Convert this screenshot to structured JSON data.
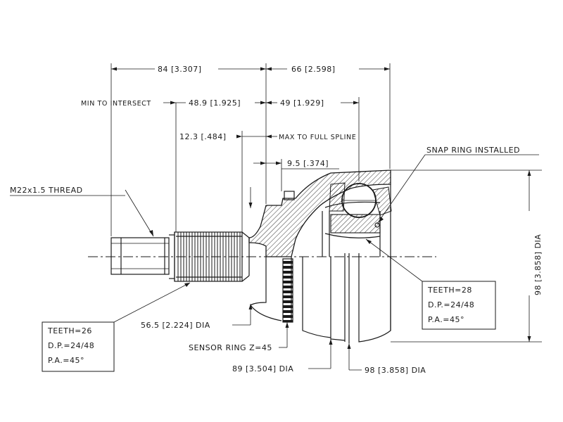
{
  "dimensions": {
    "overall_left": "84 [3.307]",
    "overall_right": "66 [2.598]",
    "min_to_intersect_label": "MIN TO INTERSECT",
    "min_to_intersect_value": "48.9 [1.925]",
    "right_49": "49 [1.929]",
    "spline_value": "12.3 [.484]",
    "max_full_spline_label": "MAX TO FULL SPLINE",
    "small_offset": "9.5 [.374]",
    "snap_ring": "SNAP RING INSTALLED",
    "thread": "M22x1.5 THREAD",
    "dia_98_vertical": "98 [3.858] DIA",
    "dia_56": "56.5 [2.224] DIA",
    "sensor_ring": "SENSOR RING Z=45",
    "dia_89": "89 [3.504] DIA",
    "dia_98_bottom": "98 [3.858] DIA"
  },
  "spec_left": {
    "teeth": "TEETH=26",
    "dp": "D.P.=24/48",
    "pa": "P.A.=45°"
  },
  "spec_right": {
    "teeth": "TEETH=28",
    "dp": "D.P.=24/48",
    "pa": "P.A.=45°"
  },
  "colors": {
    "ink": "#1a1a1a",
    "paper": "#ffffff"
  }
}
